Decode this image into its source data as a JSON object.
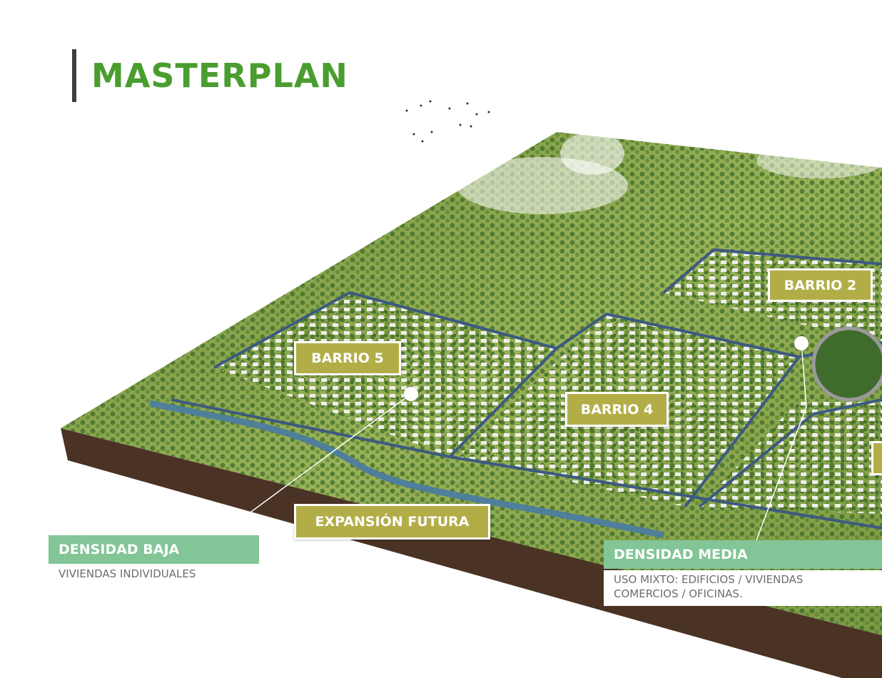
{
  "title": "MASTERPLAN",
  "areas": {
    "barrio_5": "BARRIO 5",
    "barrio_2": "BARRIO 2",
    "barrio_4": "BARRIO 4",
    "expansion": "EXPANSIÓN FUTURA"
  },
  "legend": {
    "low": {
      "title": "DENSIDAD BAJA",
      "description": "VIVIENDAS INDIVIDUALES"
    },
    "medium": {
      "title": "DENSIDAD MEDIA",
      "line1": "USO MIXTO: EDIFICIOS / VIVIENDAS",
      "line2": "COMERCIOS / OFICINAS."
    }
  },
  "colors": {
    "title": "#4a9d2f",
    "tag": "#b3ad48",
    "legend": "#82c596",
    "road": "#3d5a80"
  }
}
